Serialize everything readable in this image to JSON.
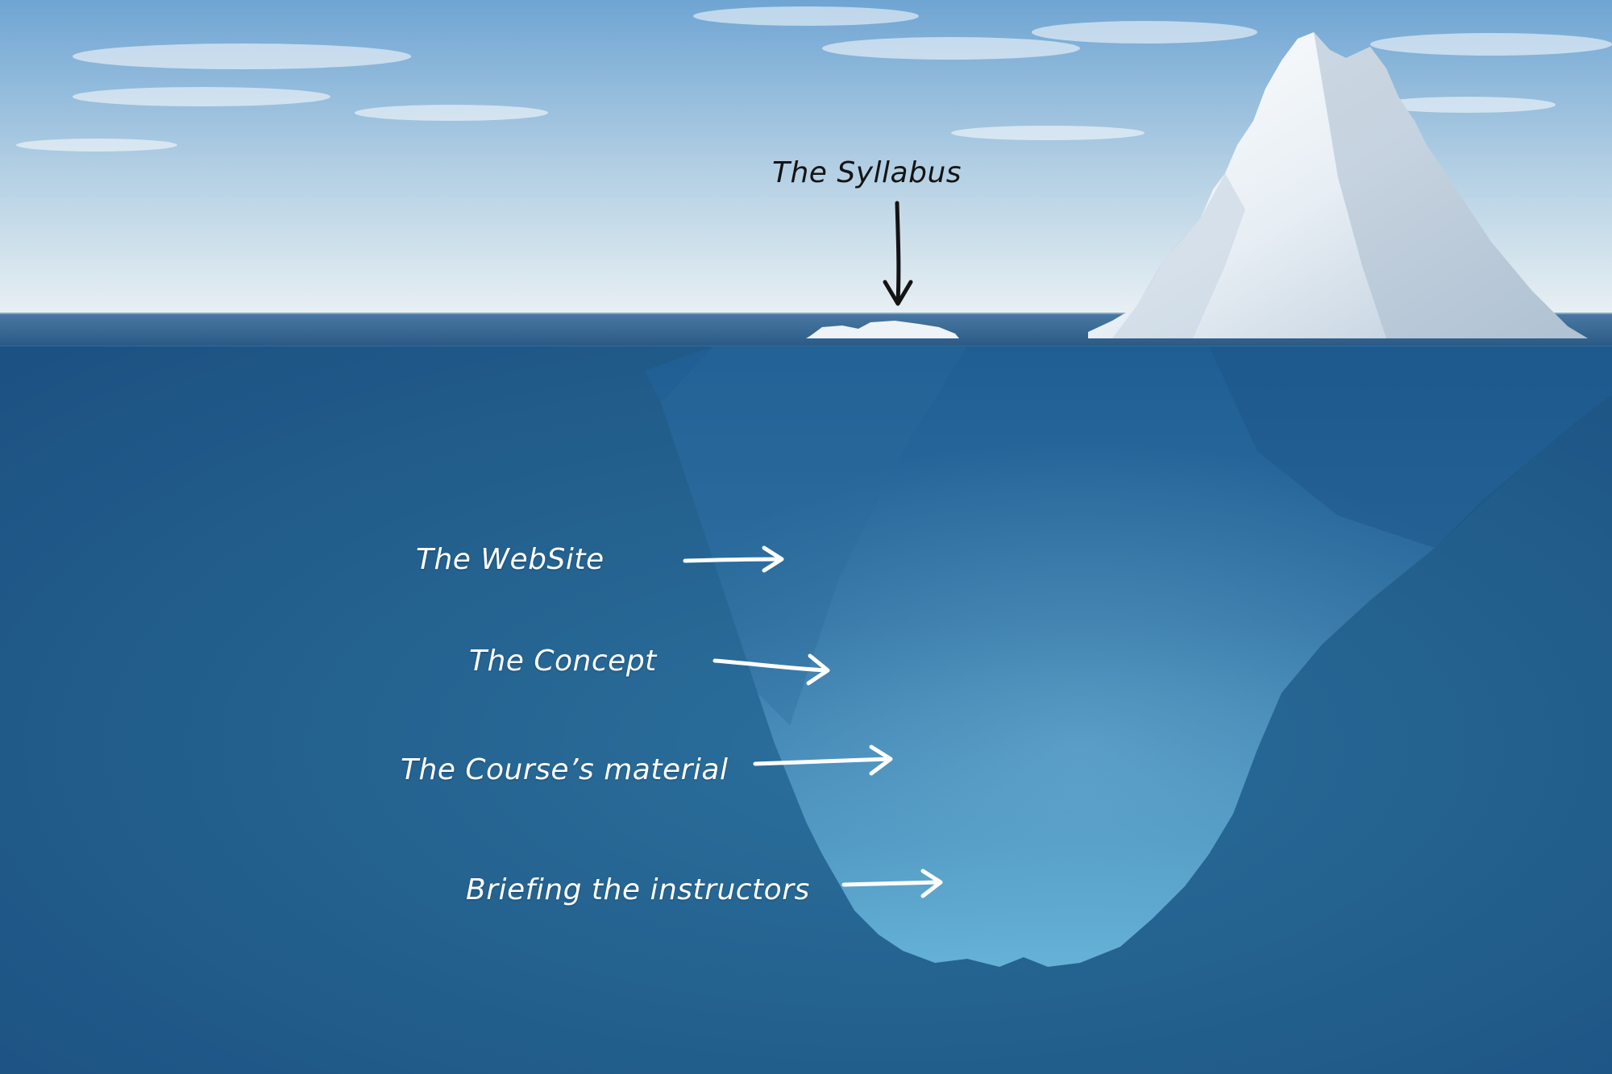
{
  "annotations": {
    "above_water": [
      {
        "id": "syllabus",
        "text": "The Syllabus"
      }
    ],
    "below_water": [
      {
        "id": "website",
        "text": "The WebSite"
      },
      {
        "id": "concept",
        "text": "The Concept"
      },
      {
        "id": "course-material",
        "text": "The Course’s material"
      },
      {
        "id": "briefing",
        "text": "Briefing the instructors"
      }
    ]
  },
  "colors": {
    "sky_top": "#7fb0d8",
    "sky_horizon": "#e6f0f4",
    "sea_surface": "#2d5f8e",
    "deep_water": "#1f5a88",
    "ice_above": "#eef3f7",
    "ice_below": "#3a78a8",
    "label_dark": "#141414",
    "label_light": "#ffffff"
  },
  "icons": [
    "arrow-down-icon",
    "arrow-right-icon"
  ]
}
